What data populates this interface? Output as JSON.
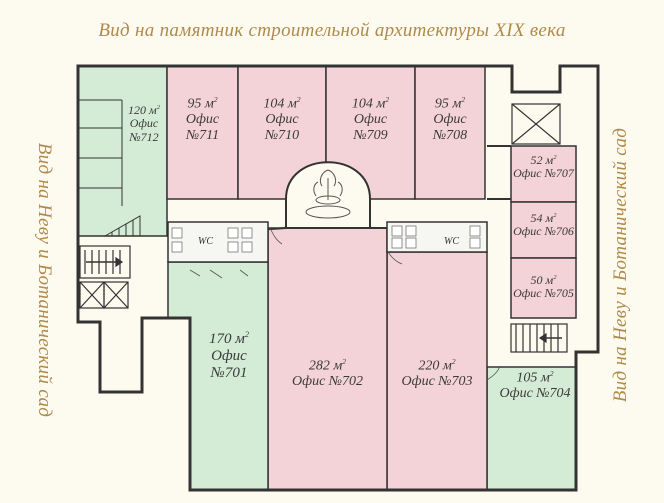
{
  "captions": {
    "top": "Вид на памятник строительной архитектуры XIX века",
    "left": "Вид на Неву и Ботанический сад",
    "right": "Вид на Неву и Ботанический сад"
  },
  "colors": {
    "green": "#d4ecd6",
    "pink": "#f4d3d8",
    "wall": "#333333",
    "caption": "#b08a4a"
  },
  "wc_label": "WC",
  "area_unit": "м",
  "area_power": "2",
  "offices": [
    {
      "id": "712",
      "area": "120",
      "name": "Офис",
      "number": "№712",
      "status": "available"
    },
    {
      "id": "711",
      "area": "95",
      "name": "Офис",
      "number": "№711",
      "status": "occupied"
    },
    {
      "id": "710",
      "area": "104",
      "name": "Офис",
      "number": "№710",
      "status": "occupied"
    },
    {
      "id": "709",
      "area": "104",
      "name": "Офис",
      "number": "№709",
      "status": "occupied"
    },
    {
      "id": "708",
      "area": "95",
      "name": "Офис",
      "number": "№708",
      "status": "occupied"
    },
    {
      "id": "707",
      "area": "52",
      "name": "Офис",
      "number": "№707",
      "status": "occupied"
    },
    {
      "id": "706",
      "area": "54",
      "name": "Офис",
      "number": "№706",
      "status": "occupied"
    },
    {
      "id": "705",
      "area": "50",
      "name": "Офис",
      "number": "№705",
      "status": "occupied"
    },
    {
      "id": "704",
      "area": "105",
      "name": "Офис",
      "number": "№704",
      "status": "available"
    },
    {
      "id": "703",
      "area": "220",
      "name": "Офис",
      "number": "№703",
      "status": "occupied"
    },
    {
      "id": "702",
      "area": "282",
      "name": "Офис",
      "number": "№702",
      "status": "occupied"
    },
    {
      "id": "701",
      "area": "170",
      "name": "Офис",
      "number": "№701",
      "status": "available"
    }
  ]
}
